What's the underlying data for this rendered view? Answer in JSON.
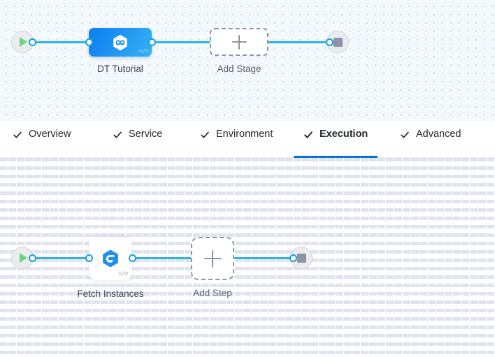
{
  "pipeline": {
    "stage_graph": {
      "start_node": {
        "name": "start-node",
        "icon": "play-icon"
      },
      "end_node": {
        "name": "end-node",
        "icon": "stop-icon"
      },
      "nodes": [
        {
          "id": "dt-tutorial",
          "label": "DT Tutorial",
          "icon": "hexagon-infinity-icon",
          "badge": "</>",
          "type": "stage"
        }
      ],
      "add_placeholder": {
        "label": "Add Stage",
        "icon": "plus-icon"
      }
    },
    "step_graph": {
      "start_node": {
        "name": "start-node",
        "icon": "play-icon"
      },
      "end_node": {
        "name": "end-node",
        "icon": "stop-icon"
      },
      "nodes": [
        {
          "id": "fetch-instances",
          "label": "Fetch Instances",
          "icon": "hexagon-swirl-icon",
          "badge": "</>",
          "type": "step"
        }
      ],
      "add_placeholder": {
        "label": "Add Step",
        "icon": "plus-icon"
      }
    }
  },
  "tabs": {
    "active": "Execution",
    "items": [
      {
        "id": "overview",
        "label": "Overview",
        "completed": true,
        "active": false
      },
      {
        "id": "service",
        "label": "Service",
        "completed": true,
        "active": false
      },
      {
        "id": "environment",
        "label": "Environment",
        "completed": true,
        "active": false
      },
      {
        "id": "execution",
        "label": "Execution",
        "completed": true,
        "active": true
      },
      {
        "id": "advanced",
        "label": "Advanced",
        "completed": true,
        "active": false
      }
    ]
  },
  "colors": {
    "edge": "#2bb3e8",
    "port_stroke": "#1b9fe0",
    "active_tab_underline": "#0b72cf",
    "stage_node_gradient_from": "#0a7ff0",
    "stage_node_gradient_to": "#36b2f5",
    "play_green": "#6fd47e",
    "stop_gray": "#8d92a8",
    "stage_canvas_bg": "#f4f9fd",
    "step_canvas_bg": "#ffffff",
    "dashed_border": "#8e96a8"
  }
}
